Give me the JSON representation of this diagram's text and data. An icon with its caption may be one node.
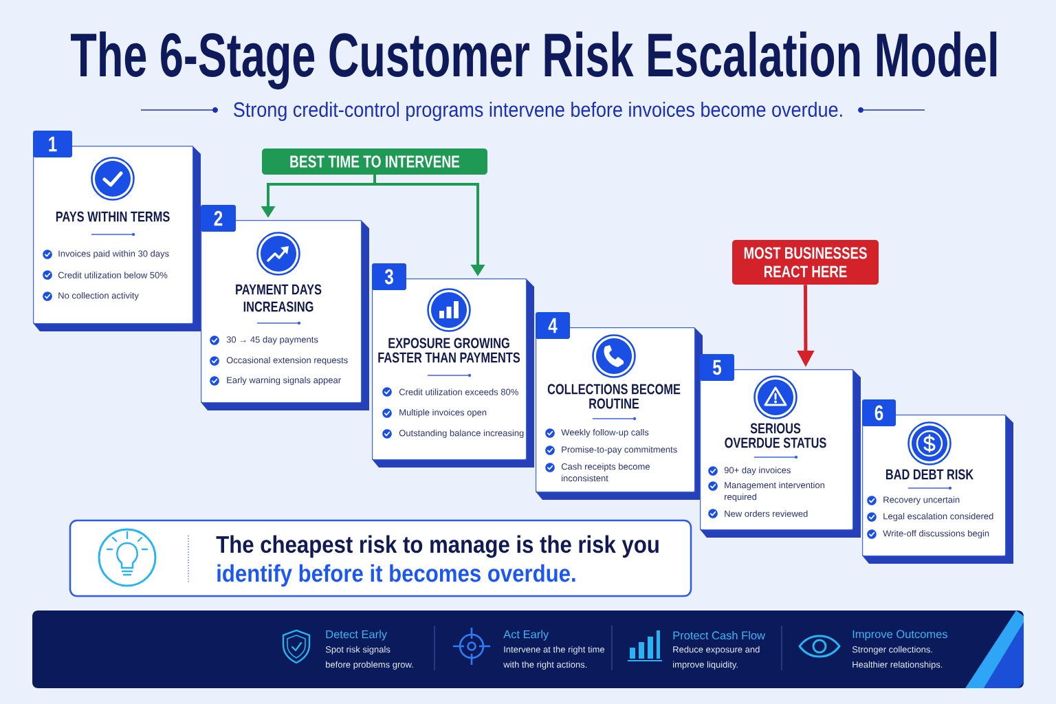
{
  "diagram": {
    "title": "The 6-Stage Customer Risk Escalation Model",
    "nodes": [
      {
        "text": [
          "1",
          "PAYS WITHIN TERMS",
          "Invoices paid within 30 days",
          "Credit utilization below 50%",
          "No collection activity"
        ]
      },
      {
        "text": [
          "BEST TIME TO INTERVENE"
        ]
      },
      {
        "text": [
          "2",
          "PAYMENT DAYS INCREASING",
          "30 → 45 day payments",
          "Occasional extension requests",
          "Early warning signals appear"
        ]
      },
      {
        "text": [
          "MOST BUSINESSES REACT HERE"
        ]
      },
      {
        "text": [
          "3",
          "EXPOSURE GROWING FASTER THAN PAYMENTS",
          "Credit utilization exceeds 80%",
          "Multiple invoices open",
          "Outstanding balance increasing"
        ]
      },
      {
        "text": [
          "4",
          "COLLECTIONS BECOME ROUTINE",
          "Weekly follow-up calls",
          "Promise-to-pay commitments",
          "Cash receipts become inconsistent"
        ]
      },
      {
        "text": [
          "5",
          "SERIOUS OVERDUE STATUS",
          "90+ day invoices",
          "Management intervention required",
          "New orders reviewed"
        ]
      },
      {
        "text": [
          "6",
          "BAD DEBT RISK",
          "Recovery uncertain",
          "Legal escalation considered",
          "Write-off discussions begin"
        ]
      },
      {
        "text": [
          "The cheapest risk to manage is the risk you",
          "identify before it becomes overdue."
        ]
      },
      {
        "text": [
          "Detect Early",
          "Spot risk signals before problems grow.",
          "Act Early",
          "Intervene at the right time with the right actions.",
          "Protect Cash Flow",
          "Reduce exposure and improve liquidity.",
          "Improve Outcomes",
          "Stronger collections. Healthier relationships."
        ]
      }
    ],
    "edges": [
      {
        "from": 1,
        "to": 2,
        "arrow": "to",
        "color": "#1f9a55"
      },
      {
        "from": 1,
        "to": 4,
        "arrow": "to",
        "color": "#1f9a55"
      },
      {
        "from": 3,
        "to": 6,
        "arrow": "to",
        "color": "#d3222a"
      }
    ],
    "labels": [
      "Strong credit-control programs intervene before invoices become overdue."
    ]
  }
}
